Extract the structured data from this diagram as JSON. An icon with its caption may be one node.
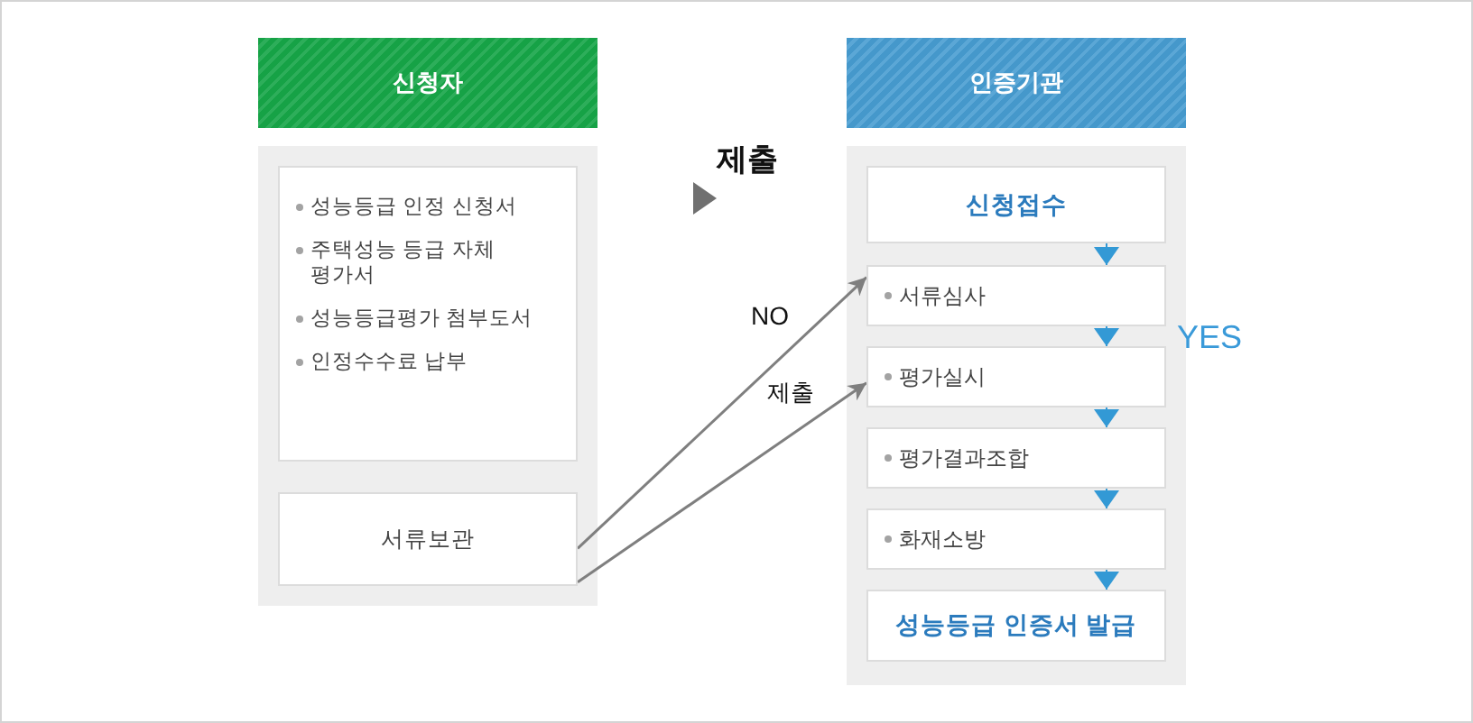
{
  "diagram": {
    "nodes": [
      {
        "text": [
          "신청자"
        ]
      },
      {
        "text": [],
        "shape": "box"
      },
      {
        "text": [
          "성능등급 인정 신청서",
          "주택성능 등급 자체 평가서",
          "성능등급평가 첨부도서",
          "인정수수료 납부"
        ],
        "in": 1
      },
      {
        "text": [
          "서류보관"
        ],
        "in": 1
      },
      {
        "text": [
          "인증기관"
        ]
      },
      {
        "text": [],
        "shape": "box"
      },
      {
        "text": [
          "신청접수"
        ],
        "in": 5
      },
      {
        "text": [
          "서류심사"
        ],
        "in": 5
      },
      {
        "text": [
          "평가실시"
        ],
        "in": 5
      },
      {
        "text": [
          "평가결과조합"
        ],
        "in": 5
      },
      {
        "text": [
          "화재소방"
        ],
        "in": 5
      },
      {
        "text": [
          "성능등급 인증서 발급"
        ],
        "in": 5
      }
    ],
    "edges": [
      {
        "from": 3,
        "to": 7,
        "arrow": "to",
        "label": "NO",
        "color": "#7f7f7f"
      },
      {
        "from": 3,
        "to": 8,
        "arrow": "to",
        "label": "제출",
        "color": "#7f7f7f"
      },
      {
        "from": 6,
        "to": 7,
        "arrow": "to"
      },
      {
        "from": 7,
        "to": 8,
        "arrow": "to"
      },
      {
        "from": 8,
        "to": 9,
        "arrow": "to"
      },
      {
        "from": 9,
        "to": 10,
        "arrow": "to"
      },
      {
        "from": 10,
        "to": 11,
        "arrow": "to"
      }
    ],
    "labels": [
      "제출",
      "YES"
    ]
  }
}
